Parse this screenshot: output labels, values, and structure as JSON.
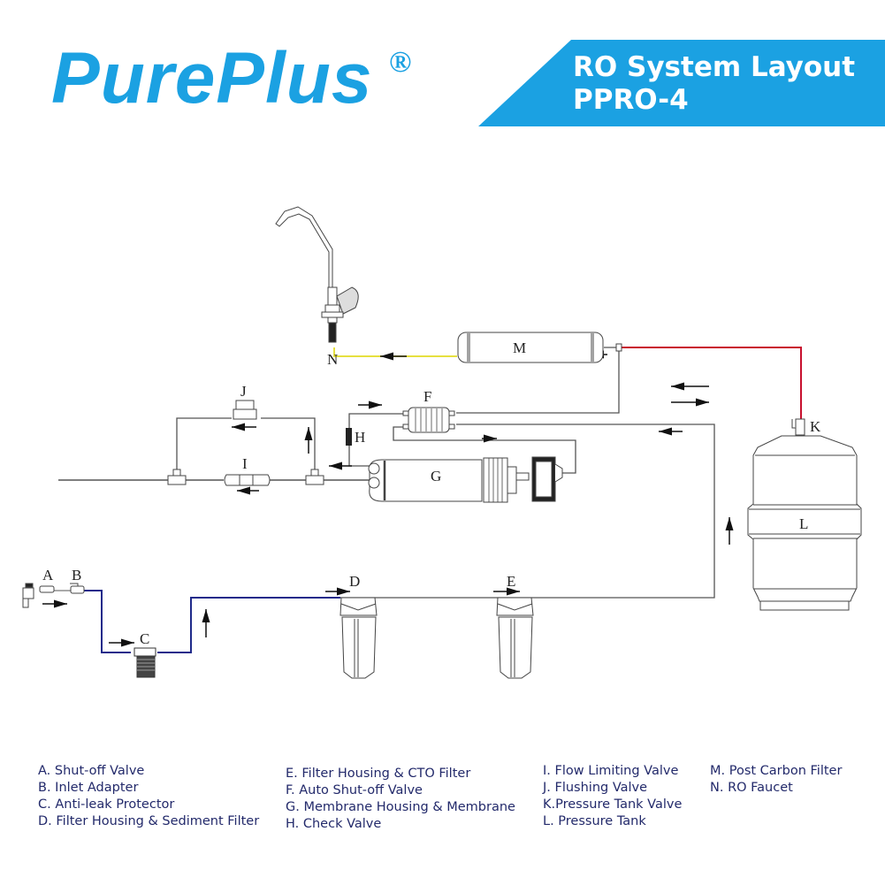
{
  "header": {
    "brand": "PurePlus",
    "registered_mark": "®",
    "title_line1": "RO System Layout",
    "title_line2": "PPRO-4",
    "brand_color": "#1ba1e2"
  },
  "diagram": {
    "component_labels": {
      "A": "A",
      "B": "B",
      "C": "C",
      "D": "D",
      "E": "E",
      "F": "F",
      "G": "G",
      "H": "H",
      "I": "I",
      "J": "J",
      "K": "K",
      "L": "L",
      "M": "M",
      "N": "N"
    },
    "line_colors": {
      "feed": "#1f2a8a",
      "pure": "#e6e040",
      "tank": "#c8102e",
      "pipe": "#555555"
    }
  },
  "legend": {
    "col1": [
      "A. Shut-off Valve",
      "B. Inlet Adapter",
      "C. Anti-leak Protector",
      "D. Filter Housing & Sediment Filter"
    ],
    "col2": [
      "E.  Filter Housing & CTO Filter",
      "F.  Auto Shut-off Valve",
      "G. Membrane Housing & Membrane",
      "H. Check Valve"
    ],
    "col3": [
      "I. Flow Limiting Valve",
      "J. Flushing Valve",
      "K.Pressure Tank Valve",
      "L. Pressure Tank"
    ],
    "col4": [
      "M. Post Carbon Filter",
      "N. RO Faucet"
    ]
  }
}
